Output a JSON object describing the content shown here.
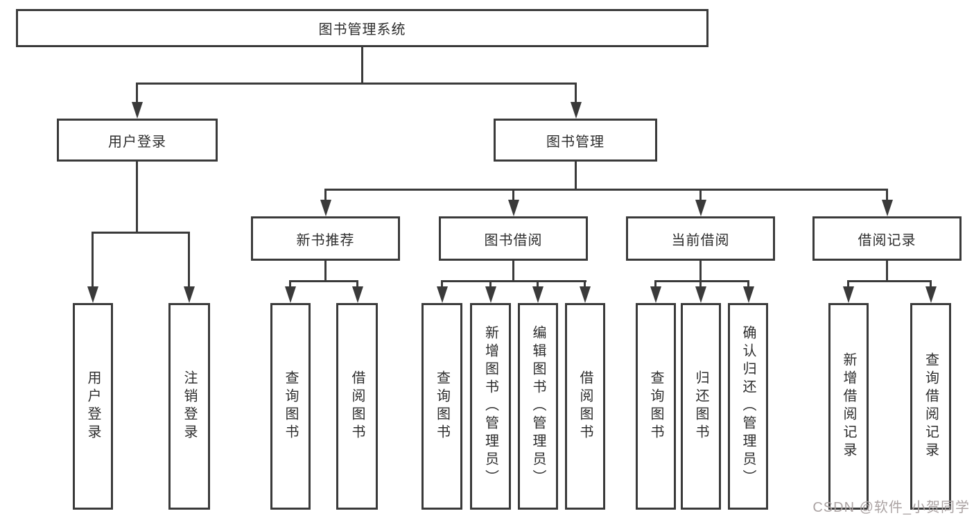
{
  "diagram": {
    "title": "图书管理系统",
    "root": {
      "label": "图书管理系统"
    },
    "branches": [
      {
        "label": "用户登录",
        "children": [
          {
            "label": "用户登录"
          },
          {
            "label": "注销登录"
          }
        ]
      },
      {
        "label": "图书管理",
        "children": [
          {
            "label": "新书推荐",
            "children": [
              {
                "label": "查询图书"
              },
              {
                "label": "借阅图书"
              }
            ]
          },
          {
            "label": "图书借阅",
            "children": [
              {
                "label": "查询图书"
              },
              {
                "label": "新增图书（管理员）"
              },
              {
                "label": "编辑图书（管理员）"
              },
              {
                "label": "借阅图书"
              }
            ]
          },
          {
            "label": "当前借阅",
            "children": [
              {
                "label": "查询图书"
              },
              {
                "label": "归还图书"
              },
              {
                "label": "确认归还（管理员）"
              }
            ]
          },
          {
            "label": "借阅记录",
            "children": [
              {
                "label": "新增借阅记录"
              },
              {
                "label": "查询借阅记录"
              }
            ]
          }
        ]
      }
    ]
  },
  "watermark": {
    "text": "CSDN @软件_小贺同学"
  },
  "colors": {
    "line": "#3a3a3a",
    "box_bg": "#ffffff",
    "text": "#2d2d2d",
    "watermark": "#aba3a3"
  }
}
